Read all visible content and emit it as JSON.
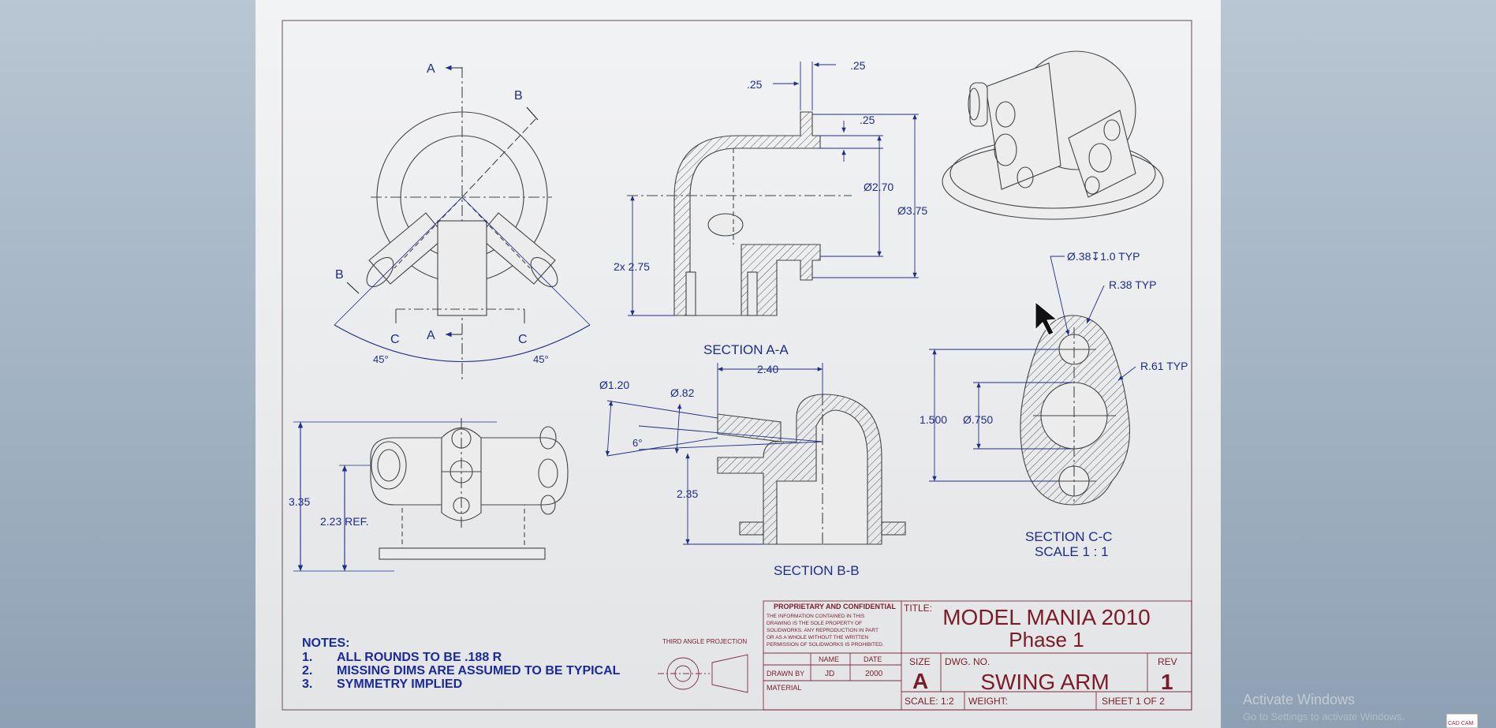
{
  "section_aa": {
    "label": "SECTION A-A",
    "dims": [
      ".25",
      ".25",
      ".25",
      "Ø2.70",
      "Ø3.75",
      "2x 2.75"
    ]
  },
  "main_view": {
    "markers": [
      "A",
      "A",
      "B",
      "B",
      "C",
      "C"
    ],
    "angles": [
      "45°",
      "45°"
    ]
  },
  "front_view": {
    "dims": [
      "3.35",
      "2.23 REF."
    ]
  },
  "section_bb": {
    "label": "SECTION B-B",
    "dims": [
      "Ø1.20",
      "Ø.82",
      "6°",
      "2.40",
      "2.35"
    ]
  },
  "section_cc": {
    "label": "SECTION C-C",
    "scale": "SCALE 1 : 1",
    "dims": [
      "Ø.38↧1.0 TYP",
      "R.38 TYP",
      "R.61 TYP",
      "1.500",
      "Ø.750"
    ]
  },
  "notes": {
    "heading": "NOTES:",
    "items": [
      {
        "num": "1.",
        "text": "ALL ROUNDS TO BE .188 R"
      },
      {
        "num": "2.",
        "text": "MISSING DIMS ARE ASSUMED TO BE TYPICAL"
      },
      {
        "num": "3.",
        "text": "SYMMETRY IMPLIED"
      }
    ]
  },
  "projection_label": "THIRD ANGLE PROJECTION",
  "title_block": {
    "proprietary_heading": "PROPRIETARY AND CONFIDENTIAL",
    "proprietary_lines": [
      "THE INFORMATION CONTAINED IN THIS",
      "DRAWING IS THE SOLE PROPERTY OF",
      "SOLIDWORKS. ANY REPRODUCTION IN PART",
      "OR AS A WHOLE WITHOUT THE WRITTEN",
      "PERMISSION OF SOLIDWORKS IS PROHIBITED."
    ],
    "name_header": "NAME",
    "date_header": "DATE",
    "drawn_by_label": "DRAWN BY",
    "drawn_by_name": "JD",
    "drawn_by_date": "2000",
    "material_label": "MATERIAL",
    "title_label": "TITLE:",
    "title_line1": "MODEL MANIA 2010",
    "title_line2": "Phase 1",
    "size_label": "SIZE",
    "size_value": "A",
    "dwg_no_label": "DWG. NO.",
    "dwg_no_value": "SWING ARM",
    "rev_label": "REV",
    "rev_value": "1",
    "scale_text": "SCALE: 1:2",
    "weight_text": "WEIGHT:",
    "sheet_text": "SHEET 1 OF 2"
  },
  "watermark": {
    "line1": "Activate Windows",
    "line2": "Go to Settings to activate Windows."
  },
  "corner_logo_text": "CAD CAM"
}
